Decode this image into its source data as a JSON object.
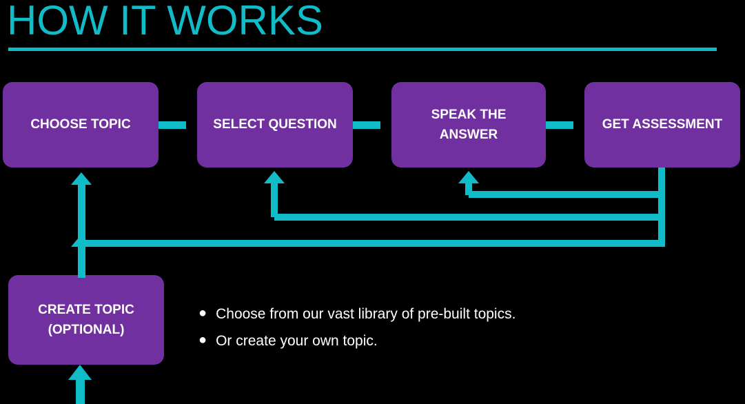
{
  "slide": {
    "title": "HOW IT WORKS",
    "background_color": "#000000",
    "accent_color": "#0FBCC8",
    "box_color": "#7030A0",
    "text_color": "#FFFFFF"
  },
  "process_steps": [
    {
      "id": "choose-topic",
      "label": "CHOOSE TOPIC"
    },
    {
      "id": "select-question",
      "label": "SELECT QUESTION"
    },
    {
      "id": "speak-answer",
      "label": "SPEAK THE\nANSWER",
      "line1": "SPEAK THE",
      "line2": "ANSWER"
    },
    {
      "id": "get-assessment",
      "label": "GET ASSESSMENT"
    }
  ],
  "optional_step": {
    "id": "create-topic",
    "line1": "CREATE TOPIC",
    "line2": "(OPTIONAL)"
  },
  "bullets": [
    {
      "marker": "bullet-dot",
      "text": "Choose from our vast library of pre-built topics."
    },
    {
      "marker": "bullet-dot",
      "text": "Or create your own topic."
    }
  ],
  "connectors": {
    "forward_arrows": 3,
    "feedback_arrows": 3,
    "inbound_arrows": 2
  }
}
